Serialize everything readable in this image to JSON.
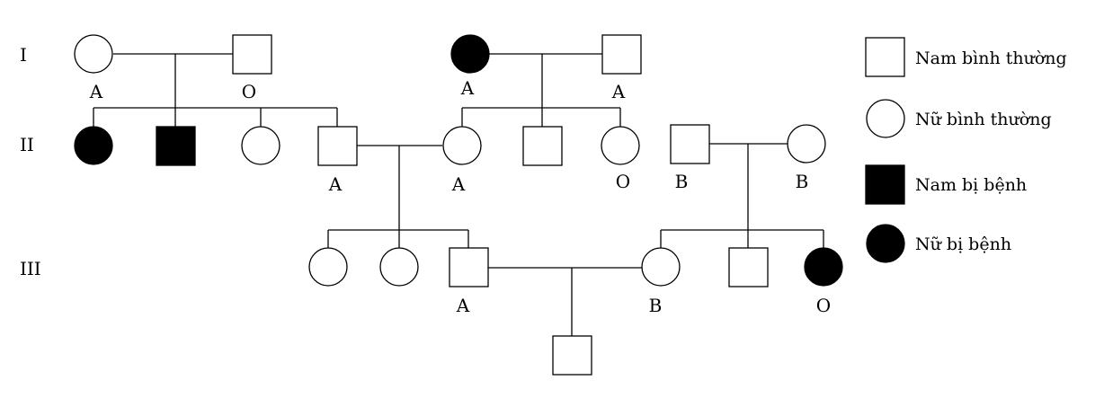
{
  "generations": [
    "I",
    "II",
    "III"
  ],
  "individuals": {
    "I1": {
      "sex": "female",
      "affected": false,
      "blood_type": "A"
    },
    "I2": {
      "sex": "male",
      "affected": false,
      "blood_type": "O"
    },
    "I3": {
      "sex": "female",
      "affected": true,
      "blood_type": "A"
    },
    "I4": {
      "sex": "male",
      "affected": false,
      "blood_type": "A"
    },
    "II1": {
      "sex": "female",
      "affected": true,
      "blood_type": ""
    },
    "II2": {
      "sex": "male",
      "affected": true,
      "blood_type": ""
    },
    "II3": {
      "sex": "female",
      "affected": false,
      "blood_type": ""
    },
    "II4": {
      "sex": "male",
      "affected": false,
      "blood_type": "A"
    },
    "II5": {
      "sex": "female",
      "affected": false,
      "blood_type": "A"
    },
    "II6": {
      "sex": "male",
      "affected": false,
      "blood_type": ""
    },
    "II7": {
      "sex": "female",
      "affected": false,
      "blood_type": "O"
    },
    "II8": {
      "sex": "male",
      "affected": false,
      "blood_type": "B"
    },
    "II9": {
      "sex": "female",
      "affected": false,
      "blood_type": "B"
    },
    "III1": {
      "sex": "female",
      "affected": false,
      "blood_type": ""
    },
    "III2": {
      "sex": "female",
      "affected": false,
      "blood_type": ""
    },
    "III3": {
      "sex": "male",
      "affected": false,
      "blood_type": "A"
    },
    "III4": {
      "sex": "female",
      "affected": false,
      "blood_type": "B"
    },
    "III5": {
      "sex": "male",
      "affected": false,
      "blood_type": ""
    },
    "III6": {
      "sex": "female",
      "affected": true,
      "blood_type": "O"
    },
    "IV1": {
      "sex": "male",
      "affected": false,
      "blood_type": ""
    }
  },
  "legend": {
    "normal_male": "Nam bình thường",
    "normal_female": "Nữ bình thường",
    "affected_male": "Nam bị bệnh",
    "affected_female": "Nữ bị bệnh"
  },
  "colors": {
    "affected": "#000000",
    "normal": "#ffffff",
    "line": "#000000"
  }
}
